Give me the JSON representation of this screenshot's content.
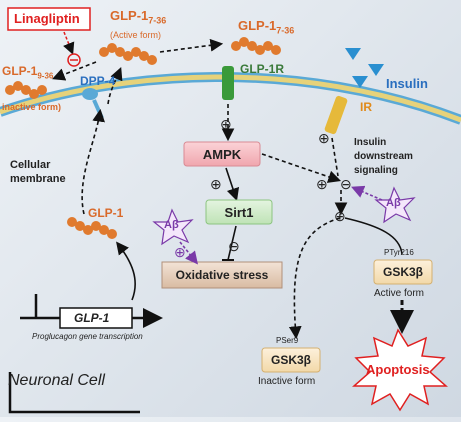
{
  "labels": {
    "linagliptin": "Linagliptin",
    "glp1_active": "GLP-1",
    "glp1_active_sub": "7-36",
    "active_form": "(Active form)",
    "glp1_right": "GLP-1",
    "glp1_right_sub": "7-36",
    "glp1_inactive": "GLP-1",
    "glp1_inactive_sub": "9-36",
    "inactive_form_left": "inactive form)",
    "dpp4": "DPP-4",
    "glp1r": "GLP-1R",
    "insulin": "Insulin",
    "ir": "IR",
    "insulin_downstream": "Insulin downstream signaling",
    "cellular_membrane": "Cellular membrane",
    "ampk": "AMPK",
    "sirt1": "Sirt1",
    "oxidative_stress": "Oxidative stress",
    "abeta": "Aβ",
    "glp1_cyto": "GLP-1",
    "gene": "GLP-1",
    "gene_caption": "Proglucagon gene transcription",
    "gsk3b": "GSK3β",
    "tyr216": "Tyr216",
    "active_form2": "Active form",
    "ser9": "Ser9",
    "inactive_form2": "Inactive form",
    "apoptosis": "Apoptosis",
    "neuronal_cell": "Neuronal Cell",
    "plus": "⊕",
    "minus": "⊖",
    "p_mark": "P"
  },
  "colors": {
    "orange": "#d9692a",
    "peptide": "#e07a2e",
    "red": "#e02020",
    "blue": "#2a6fbf",
    "purple": "#7a3aa8",
    "membrane_yellow": "#e6d27a",
    "membrane_blue": "#5aa9d6",
    "green": "#3a9a3a"
  }
}
